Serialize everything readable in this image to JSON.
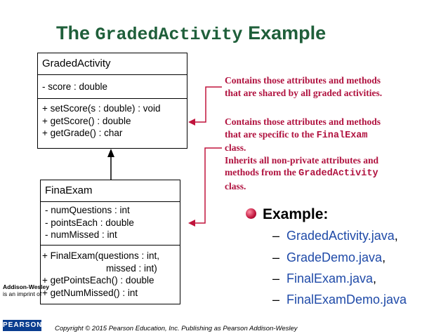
{
  "title": {
    "prefix": "The ",
    "code": "GradedActivity",
    "suffix": " Example"
  },
  "classes": {
    "graded": {
      "name": "GradedActivity",
      "attributes": [
        "- score : double"
      ],
      "methods": [
        "+ setScore(s : double) : void",
        "+ getScore() : double",
        "+ getGrade() : char"
      ]
    },
    "final": {
      "name": "FinaExam",
      "attributes": [
        "- numQuestions : int",
        "- pointsEach : double",
        "- numMissed : int"
      ],
      "methods": [
        "+ FinalExam(questions : int,",
        "missed : int)",
        "+ getPointsEach() : double",
        "+ getNumMissed() : int"
      ]
    }
  },
  "notes": {
    "shared": [
      "Contains those attributes and methods",
      "that are shared by all graded activities."
    ],
    "specific_line1": "Contains those attributes and methods",
    "specific_line2_prefix": "that are specific to the ",
    "specific_line2_code": "FinalExam",
    "specific_line3": "class.",
    "inherits_line1": "Inherits all non-private attributes and",
    "inherits_line2_prefix": "methods from the ",
    "inherits_line2_code": "GradedActivity",
    "inherits_line3": "class."
  },
  "example": {
    "heading": "Example:",
    "files": [
      "GradedActivity.java",
      "GradeDemo.java",
      "FinalExam.java",
      "FinalExamDemo.java"
    ],
    "commas": [
      ",",
      ",",
      ",",
      ""
    ]
  },
  "footer": {
    "logo_line1": "Addison-Wesley",
    "logo_line2": "is an imprint of",
    "publisher": "PEARSON",
    "copyright": "Copyright © 2015 Pearson Education, Inc. Publishing as Pearson Addison-Wesley"
  },
  "colors": {
    "title": "#1f5f3a",
    "note": "#b0123f",
    "file": "#1f4aa8",
    "publisher_bg": "#0a3d8f"
  }
}
